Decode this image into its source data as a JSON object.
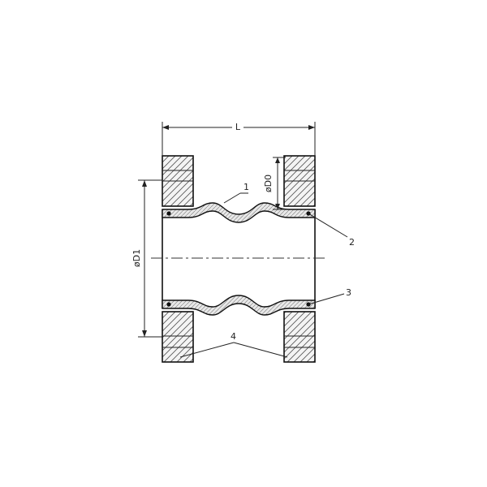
{
  "dimensions": {
    "length": "L",
    "inner_diameter": "øD0",
    "outer_diameter": "øD1"
  },
  "callouts": [
    "1",
    "2",
    "3",
    "4"
  ]
}
